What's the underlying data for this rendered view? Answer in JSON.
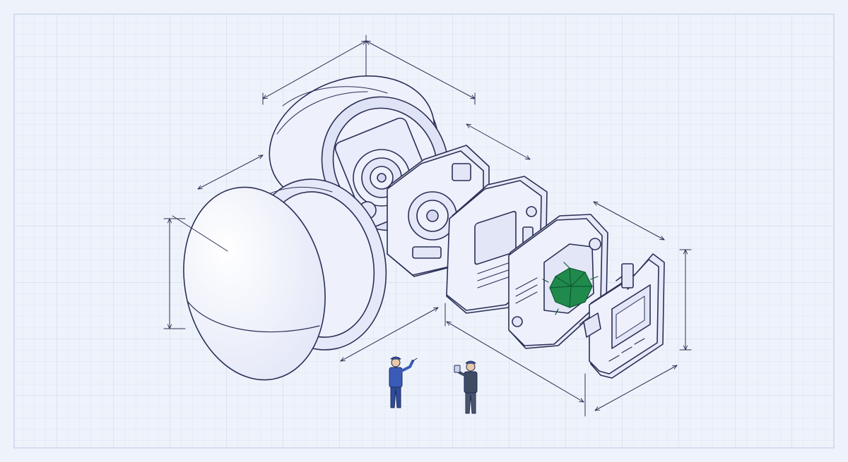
{
  "illustration": {
    "kind": "isometric exploded view",
    "components": [
      {
        "name": "dome-lens",
        "style": "outline"
      },
      {
        "name": "large-ring-housing",
        "style": "outline"
      },
      {
        "name": "gear-cassette",
        "style": "outline"
      },
      {
        "name": "display-control-unit",
        "style": "outline"
      },
      {
        "name": "circuit-core-module",
        "style": "outline",
        "core_accent": "green"
      },
      {
        "name": "end-cap-screen-panel",
        "style": "outline"
      }
    ],
    "figures": [
      {
        "name": "engineer-pointing",
        "pose": "pointing-with-pen"
      },
      {
        "name": "engineer-holding-tablet",
        "pose": "looking-up"
      }
    ],
    "dimension_lines": 8
  },
  "colors": {
    "background": "#eef3fb",
    "grid_minor": "#d8e1f0",
    "grid_major": "#c9d5ea",
    "frame_border": "#c3d0e8",
    "line": "#2b2f55",
    "fill_light": "#eef0fc",
    "fill_shade": "#dde1f6",
    "accent_green": "#1f8a4c",
    "accent_green_dark": "#0f5a31",
    "figure_blue": "#3b5bb8",
    "figure_dark": "#3f4a63"
  }
}
